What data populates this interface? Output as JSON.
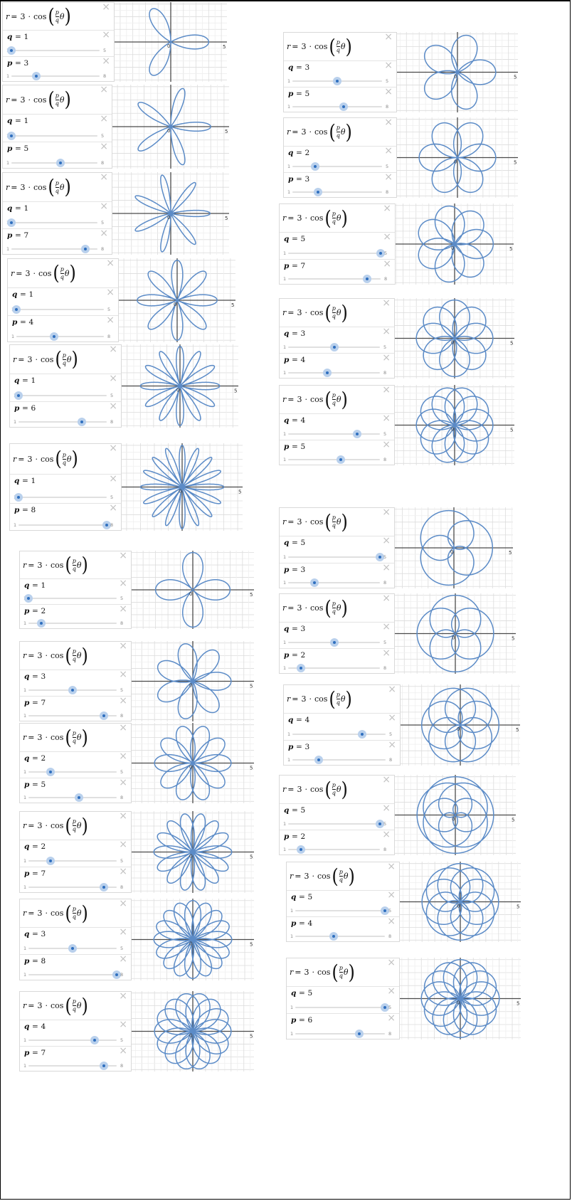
{
  "expression": {
    "lhs": "r",
    "eq": "=",
    "coef": "3",
    "dot": "·",
    "func": "cos",
    "num": "p",
    "den": "q",
    "var": "θ"
  },
  "close_glyph": "×",
  "slider_q": {
    "name": "q",
    "min": "1",
    "max": "5"
  },
  "slider_p": {
    "name": "p",
    "min": "1",
    "max": "8"
  },
  "origin_label": "0",
  "axis_end_label": "5",
  "curve_color": "#5b8bc7",
  "cards": [
    {
      "q": 1,
      "p": 3
    },
    {
      "q": 1,
      "p": 5
    },
    {
      "q": 1,
      "p": 7
    },
    {
      "q": 1,
      "p": 4
    },
    {
      "q": 1,
      "p": 6
    },
    {
      "q": 1,
      "p": 8
    },
    {
      "q": 1,
      "p": 2
    },
    {
      "q": 3,
      "p": 7
    },
    {
      "q": 2,
      "p": 5
    },
    {
      "q": 2,
      "p": 7
    },
    {
      "q": 3,
      "p": 8
    },
    {
      "q": 4,
      "p": 7
    },
    {
      "q": 3,
      "p": 5
    },
    {
      "q": 2,
      "p": 3
    },
    {
      "q": 5,
      "p": 7
    },
    {
      "q": 3,
      "p": 4
    },
    {
      "q": 4,
      "p": 5
    },
    {
      "q": 5,
      "p": 3
    },
    {
      "q": 3,
      "p": 2
    },
    {
      "q": 4,
      "p": 3
    },
    {
      "q": 5,
      "p": 2
    },
    {
      "q": 5,
      "p": 4
    },
    {
      "q": 5,
      "p": 6
    }
  ]
}
